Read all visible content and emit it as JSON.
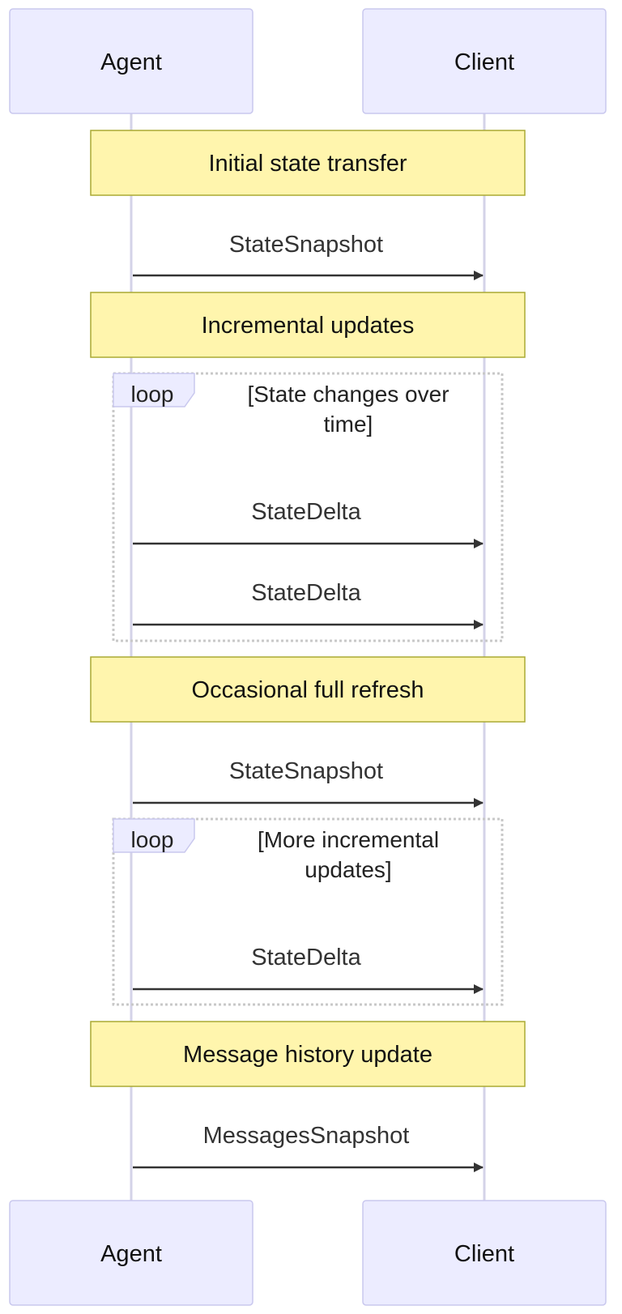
{
  "participants": {
    "agent": "Agent",
    "client": "Client"
  },
  "notes": {
    "initial_state_transfer": "Initial state transfer",
    "incremental_updates": "Incremental updates",
    "occasional_full_refresh": "Occasional full refresh",
    "message_history_update": "Message history update"
  },
  "loops": {
    "first": {
      "label": "loop",
      "condition_line1": "[State changes over",
      "condition_line2": "time]"
    },
    "second": {
      "label": "loop",
      "condition_line1": "[More incremental",
      "condition_line2": "updates]"
    }
  },
  "messages": {
    "m1": "StateSnapshot",
    "m2": "StateDelta",
    "m3": "StateDelta",
    "m4": "StateSnapshot",
    "m5": "StateDelta",
    "m6": "MessagesSnapshot"
  },
  "colors": {
    "actor_fill": "#ececff",
    "note_fill": "#fff5ad",
    "arrow": "#333333"
  }
}
